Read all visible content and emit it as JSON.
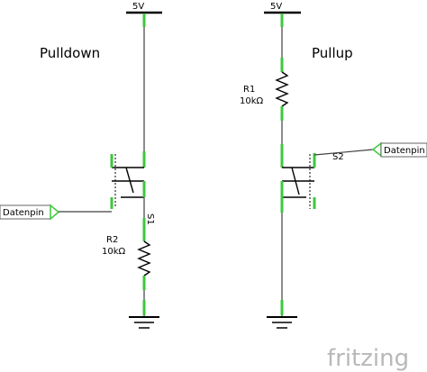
{
  "left": {
    "title": "Pulldown",
    "supply": "5V",
    "switch_label": "S1",
    "resistor_name": "R2",
    "resistor_value": "10kΩ",
    "pin_label": "Datenpin"
  },
  "right": {
    "title": "Pullup",
    "supply": "5V",
    "switch_label": "S2",
    "resistor_name": "R1",
    "resistor_value": "10kΩ",
    "pin_label": "Datenpin"
  },
  "watermark": "fritzing",
  "colors": {
    "wire": "#404040",
    "pin_highlight": "#3cc83c",
    "watermark": "#b8b8b8"
  }
}
